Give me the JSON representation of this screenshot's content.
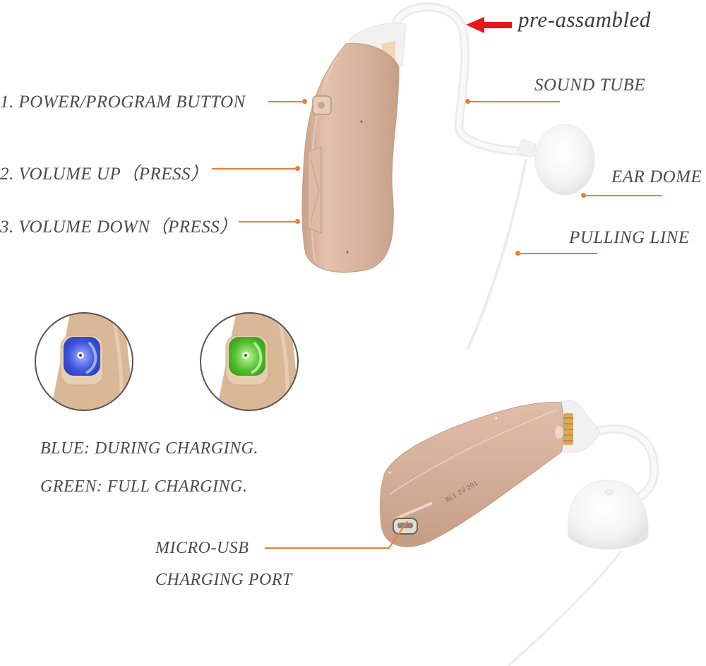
{
  "callouts": {
    "pre_assembled": "pre-assambled",
    "power_program_button": "1. POWER/PROGRAM  BUTTON",
    "volume_up": "2. VOLUME UP（PRESS）",
    "volume_down": "3. VOLUME DOWN（PRESS）",
    "sound_tube": "SOUND TUBE",
    "ear_dome": "EAR DOME",
    "pulling_line": "PULLING LINE",
    "micro_usb_line1": "MICRO-USB",
    "micro_usb_line2": "CHARGING PORT"
  },
  "led_indicators": {
    "blue": {
      "label": "BLUE: DURING CHARGING.",
      "color": "#3a4fd6"
    },
    "green": {
      "label": "GREEN: FULL CHARGING.",
      "color": "#4fc42a"
    }
  },
  "colors": {
    "leader_line": "#ef7f2d",
    "arrow": "#e8161b",
    "device_body": "#d9b49c",
    "text": "#4a4a4a"
  }
}
